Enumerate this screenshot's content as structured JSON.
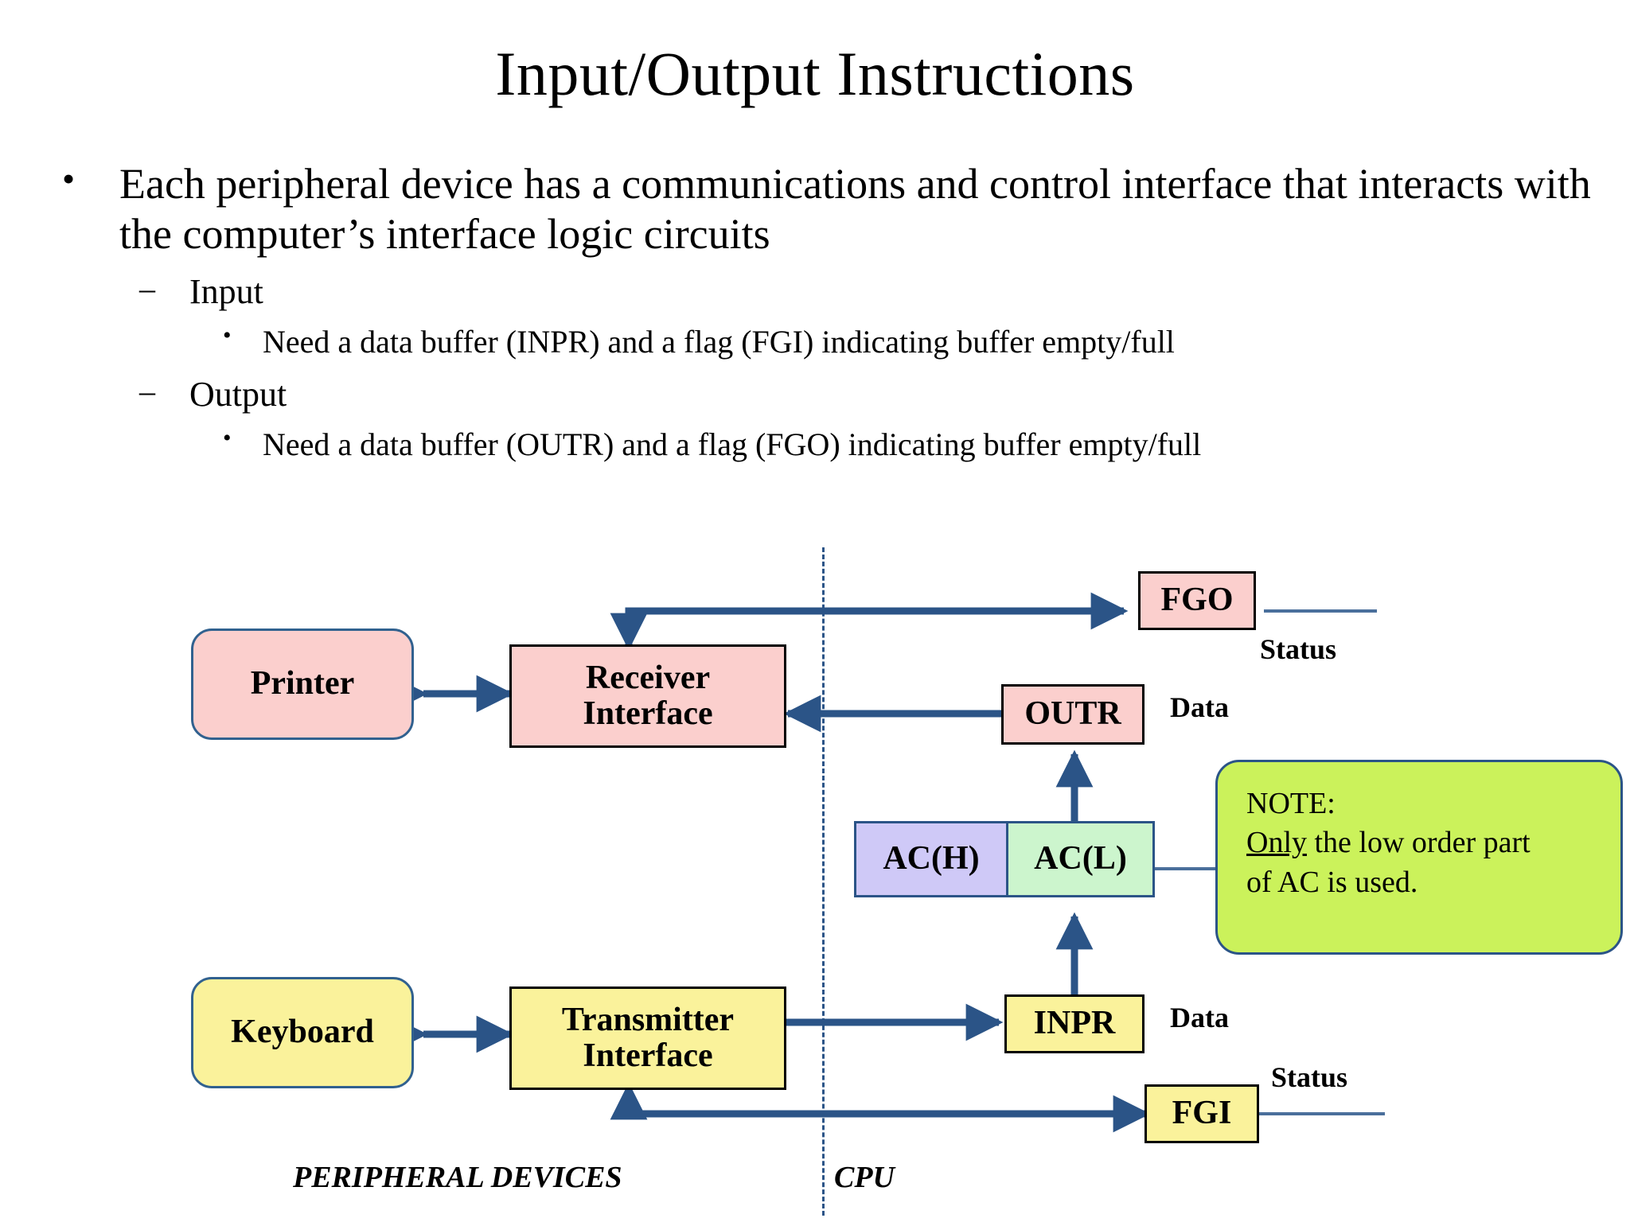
{
  "slide": {
    "title": "Input/Output Instructions",
    "bullets": {
      "main": "Each peripheral device has a communications and control interface that interacts with the computer’s interface logic circuits",
      "bullet_marker": "•",
      "dash_marker": "–",
      "input_label": "Input",
      "input_detail": "Need a data buffer (INPR) and a flag (FGI) indicating buffer empty/full",
      "output_label": "Output",
      "output_detail": "Need a data buffer (OUTR) and a flag (FGO) indicating buffer empty/full"
    }
  },
  "diagram": {
    "nodes": {
      "printer": "Printer",
      "receiver_interface": "Receiver\nInterface",
      "receiver_interface_line1": "Receiver",
      "receiver_interface_line2": "Interface",
      "keyboard": "Keyboard",
      "transmitter_interface_line1": "Transmitter",
      "transmitter_interface_line2": "Interface",
      "fgo": "FGO",
      "outr": "OUTR",
      "inpr": "INPR",
      "fgi": "FGI",
      "ac_high": "AC(H)",
      "ac_low": "AC(L)"
    },
    "labels": {
      "status_top": "Status",
      "data_top": "Data",
      "data_bottom": "Data",
      "status_bottom": "Status",
      "peripheral_devices": "PERIPHERAL DEVICES",
      "cpu": "CPU"
    },
    "note": {
      "heading": "NOTE:",
      "line2_underlined": "Only",
      "line2_rest": " the low order part",
      "line3": "of AC is used."
    },
    "colors": {
      "pink": "#FBCFCD",
      "yellow": "#FAF29B",
      "lavender": "#CFC9F7",
      "mint": "#CCF5CD",
      "lime": "#CBF25B",
      "wire": "#2B5487",
      "border_black": "#000000",
      "border_navy": "#2B5487"
    }
  }
}
